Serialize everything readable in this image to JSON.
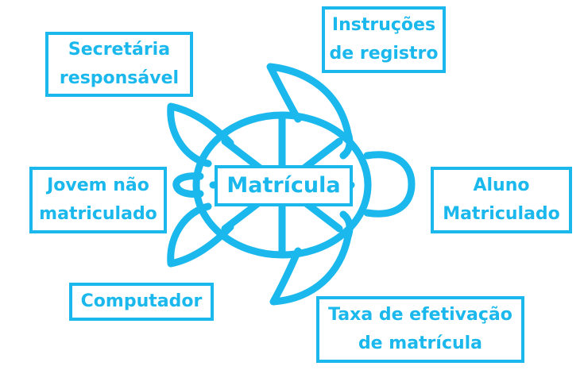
{
  "colors": {
    "accent": "#1ab8ec",
    "background": "#ffffff"
  },
  "center": {
    "label": "Matrícula"
  },
  "nodes": {
    "secretaria": "Secretária\nresponsável",
    "instrucoes": "Instruções\nde registro",
    "jovem": "Jovem não\nmatriculado",
    "aluno": "Aluno\nMatriculado",
    "computador": "Computador",
    "taxa": "Taxa de efetivação\nde matrícula"
  }
}
